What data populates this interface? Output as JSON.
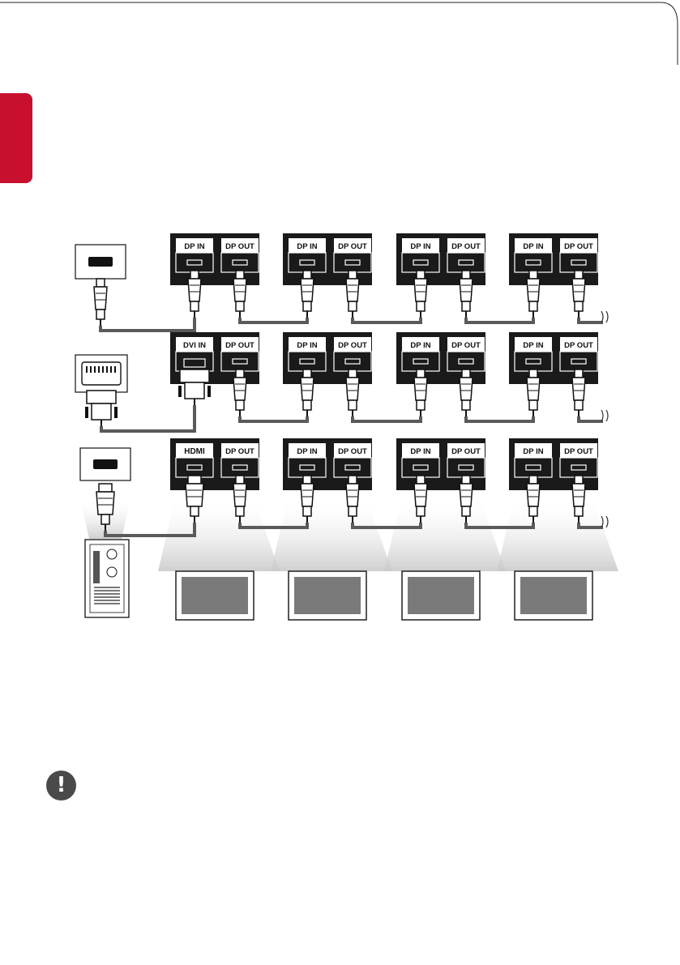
{
  "diagram": {
    "rows": [
      {
        "source_port": "displayport-out",
        "first_input_label": "DP IN",
        "daisy_chain": [
          {
            "in_label": "DP IN",
            "out_label": "DP OUT"
          },
          {
            "in_label": "DP IN",
            "out_label": "DP OUT"
          },
          {
            "in_label": "DP IN",
            "out_label": "DP OUT"
          },
          {
            "in_label": "DP IN",
            "out_label": "DP OUT"
          }
        ]
      },
      {
        "source_port": "dvi-out",
        "first_input_label": "DVI IN",
        "daisy_chain": [
          {
            "in_label": "DVI IN",
            "out_label": "DP OUT"
          },
          {
            "in_label": "DP IN",
            "out_label": "DP OUT"
          },
          {
            "in_label": "DP IN",
            "out_label": "DP OUT"
          },
          {
            "in_label": "DP IN",
            "out_label": "DP OUT"
          }
        ]
      },
      {
        "source_port": "hdmi-out",
        "first_input_label": "HDMI",
        "daisy_chain": [
          {
            "in_label": "HDMI",
            "out_label": "DP OUT"
          },
          {
            "in_label": "DP IN",
            "out_label": "DP OUT"
          },
          {
            "in_label": "DP IN",
            "out_label": "DP OUT"
          },
          {
            "in_label": "DP IN",
            "out_label": "DP OUT"
          }
        ]
      }
    ],
    "monitor_count": 4
  },
  "note": {
    "icon": "exclamation-icon",
    "glyph": "!"
  },
  "colors": {
    "accent_tab": "#c8102e",
    "panel": "#1a1a1a",
    "cable": "#5a5a5a",
    "screen": "#7a7a7a"
  }
}
